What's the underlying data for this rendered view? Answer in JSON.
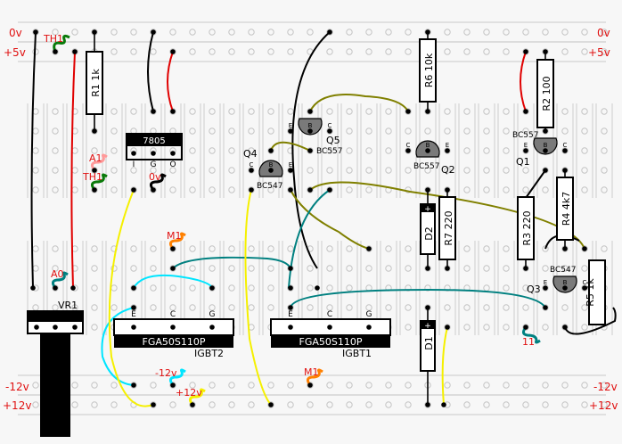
{
  "rails": {
    "top": [
      {
        "label": "0v"
      },
      {
        "label": "+5v"
      }
    ],
    "bottom": [
      {
        "label": "-12v"
      },
      {
        "label": "+12v"
      }
    ]
  },
  "regulator": {
    "name": "7805",
    "pins": [
      "I",
      "G",
      "O"
    ]
  },
  "resistors": [
    {
      "id": "R1",
      "value": "1k",
      "label": "R1 1k"
    },
    {
      "id": "R6",
      "value": "10k",
      "label": "R6 10k"
    },
    {
      "id": "R2",
      "value": "100",
      "label": "R2 100"
    },
    {
      "id": "R7",
      "value": "220",
      "label": "R7 220"
    },
    {
      "id": "R3",
      "value": "220",
      "label": "R3 220"
    },
    {
      "id": "R4",
      "value": "4k7",
      "label": "R4 4k7"
    },
    {
      "id": "R5",
      "value": "1k",
      "label": "R5 1k"
    }
  ],
  "diodes": [
    {
      "label": "D2",
      "mark": "+"
    },
    {
      "label": "D1",
      "mark": "+"
    }
  ],
  "transistors": [
    {
      "id": "Q1",
      "type": "BC557",
      "pins": [
        "E",
        "B",
        "C"
      ]
    },
    {
      "id": "Q2",
      "type": "BC557",
      "pins": [
        "C",
        "B",
        "E"
      ]
    },
    {
      "id": "Q3",
      "type": "BC547",
      "pins": [
        "E",
        "B",
        "C"
      ]
    },
    {
      "id": "Q4",
      "type": "BC547",
      "pins": [
        "C",
        "B",
        "E"
      ]
    },
    {
      "id": "Q5",
      "type": "BC557",
      "pins": [
        "E",
        "B",
        "C"
      ]
    }
  ],
  "igbts": [
    {
      "id": "IGBT2",
      "part": "FGA50S110P",
      "pins": [
        "E",
        "C",
        "G"
      ]
    },
    {
      "id": "IGBT1",
      "part": "FGA50S110P",
      "pins": [
        "E",
        "C",
        "G"
      ]
    }
  ],
  "pot": {
    "id": "VR1"
  },
  "connectors": [
    {
      "label": "TH1"
    },
    {
      "label": "A1"
    },
    {
      "label": "TH1"
    },
    {
      "label": "0v"
    },
    {
      "label": "A0"
    },
    {
      "label": "M1"
    },
    {
      "label": "-12v"
    },
    {
      "label": "+12v"
    },
    {
      "label": "M1"
    },
    {
      "label": "11"
    }
  ],
  "colors": {
    "label_red": "#e01010",
    "wire_black": "#000000",
    "wire_red": "#e00000",
    "wire_olive": "#808000",
    "wire_teal": "#008080",
    "wire_cyan": "#00e5ff",
    "wire_yellow": "#f5f000",
    "lead_green": "#0a7a0a",
    "lead_pink": "#ff9a9a",
    "lead_orange": "#ff8000",
    "transistor_fill": "#7a7a7a"
  }
}
